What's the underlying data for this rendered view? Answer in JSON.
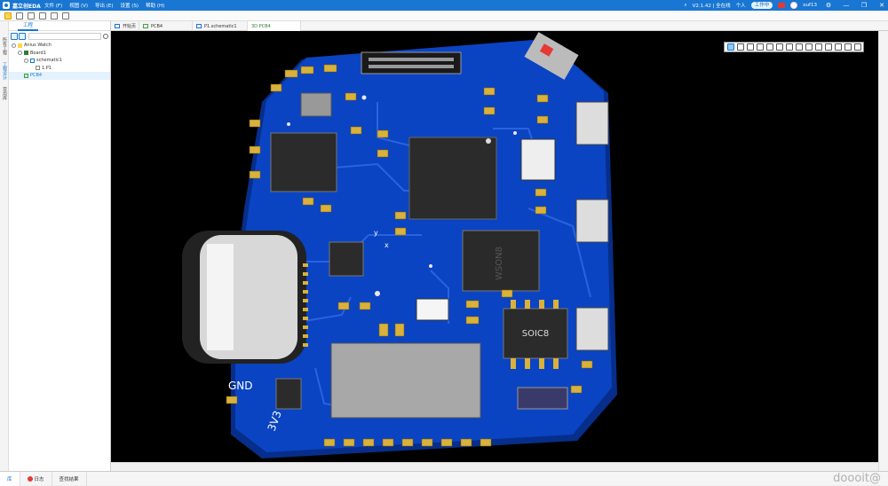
{
  "app": {
    "logo_text": "嘉立创EDA",
    "menu": [
      "文件 (F)",
      "视图 (V)",
      "导出 (E)",
      "设置 (S)",
      "帮助 (H)"
    ],
    "version": "V2.1.42 | 全在线",
    "personal": "个人",
    "cloud_label": "工作中",
    "username": "ouf13"
  },
  "sidebar": {
    "vtabs": [
      "所有工程",
      "工程设计",
      "常用库"
    ],
    "panel_tab": "工程",
    "tree": [
      {
        "label": "Anius Watch",
        "level": 0
      },
      {
        "label": "Board1",
        "level": 1
      },
      {
        "label": "schematic1",
        "level": 2
      },
      {
        "label": "1.P1",
        "level": 3
      },
      {
        "label": "PCB4",
        "level": 2
      }
    ]
  },
  "tabs": [
    {
      "label": "开始页"
    },
    {
      "label": "PCB4"
    },
    {
      "label": "P1.schematic1"
    },
    {
      "label": "3D PCB4"
    }
  ],
  "board": {
    "silk": {
      "gnd": "GND",
      "v33": "3V3",
      "soic": "SOIC8",
      "wson": "WSON8",
      "axis_y": "y",
      "axis_x": "x"
    }
  },
  "status": {
    "items": [
      "库",
      "日志",
      "查找结果"
    ]
  },
  "watermark": "doooit@",
  "colors": {
    "board": "#0a44c2",
    "board_dark": "#062e8a",
    "accent": "#1976d2",
    "chip": "#2b2b2b",
    "gold": "#d9b13b"
  }
}
